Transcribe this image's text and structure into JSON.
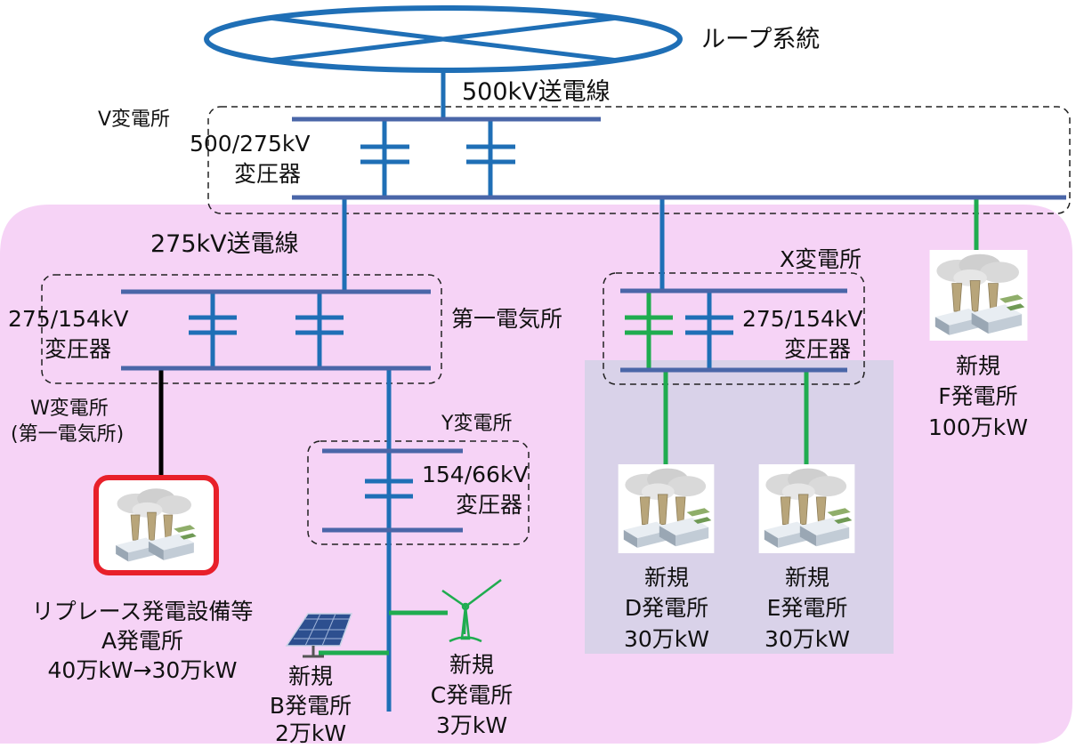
{
  "colors": {
    "region_fill": "#f6d3f6",
    "xy_area_fill": "#d9d2e9",
    "bus": "#4a66a8",
    "line_blue": "#1f6fb6",
    "line_green": "#1fac4f",
    "line_black": "#000000",
    "replace_border": "#e8202a"
  },
  "icons": {
    "plant": "thermal-power-plant-icon",
    "solar": "solar-panel-icon",
    "wind": "wind-turbine-icon"
  },
  "labels": {
    "loop": "ループ系統",
    "line500": "500kV送電線",
    "v_substation": "V変電所",
    "v_transformer_1": "500/275kV",
    "v_transformer_2": "変圧器",
    "line275": "275kV送電線",
    "x_substation": "X変電所",
    "first_station": "第一電気所",
    "first_transformer_1": "275/154kV",
    "first_transformer_2": "変圧器",
    "x_transformer_1": "275/154kV",
    "x_transformer_2": "変圧器",
    "w_substation_1": "W変電所",
    "w_substation_2": "(第一電気所)",
    "y_substation": "Y変電所",
    "y_transformer_1": "154/66kV",
    "y_transformer_2": "変圧器",
    "plant_a_1": "リプレース発電設備等",
    "plant_a_2": "A発電所",
    "plant_a_3": "40万kW→30万kW",
    "plant_b_1": "新規",
    "plant_b_2": "B発電所",
    "plant_b_3": "2万kW",
    "plant_c_1": "新規",
    "plant_c_2": "C発電所",
    "plant_c_3": "3万kW",
    "plant_d_1": "新規",
    "plant_d_2": "D発電所",
    "plant_d_3": "30万kW",
    "plant_e_1": "新規",
    "plant_e_2": "E発電所",
    "plant_e_3": "30万kW",
    "plant_f_1": "新規",
    "plant_f_2": "F発電所",
    "plant_f_3": "100万kW"
  }
}
